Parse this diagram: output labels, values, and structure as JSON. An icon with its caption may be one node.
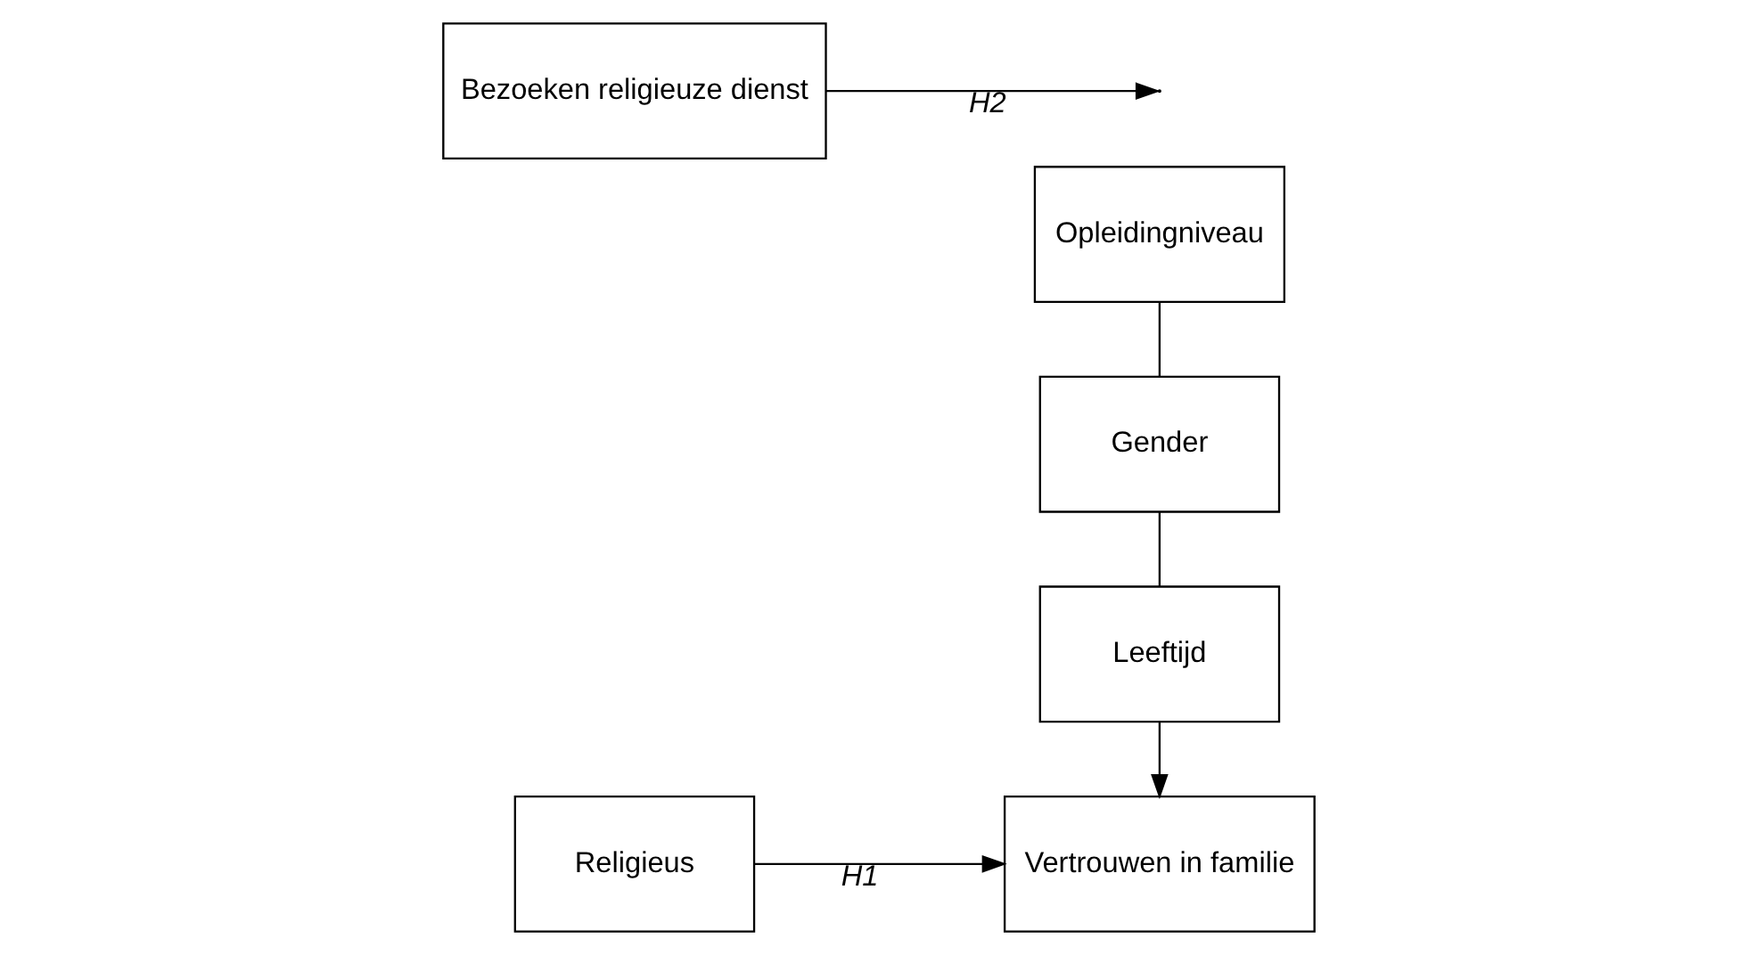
{
  "diagram": {
    "nodes": [
      {
        "text": [
          "Religieus"
        ]
      },
      {
        "text": [
          "Vertrouwen in familie"
        ]
      },
      {
        "text": [
          "Bezoeken religieuze dienst"
        ]
      },
      {
        "text": [
          "Leeftijd"
        ]
      },
      {
        "text": [
          "Gender"
        ]
      },
      {
        "text": [
          "Opleidingniveau"
        ]
      }
    ],
    "edges": [
      {
        "from": 0,
        "to": 1,
        "arrow": "to",
        "label": "H1"
      },
      {
        "from": 2,
        "to": null,
        "arrow": "to",
        "label": "H2"
      },
      {
        "from": 3,
        "to": 1,
        "arrow": "to"
      },
      {
        "from": 4,
        "to": 3,
        "arrow": "none"
      },
      {
        "from": 5,
        "to": 4,
        "arrow": "none"
      }
    ]
  }
}
